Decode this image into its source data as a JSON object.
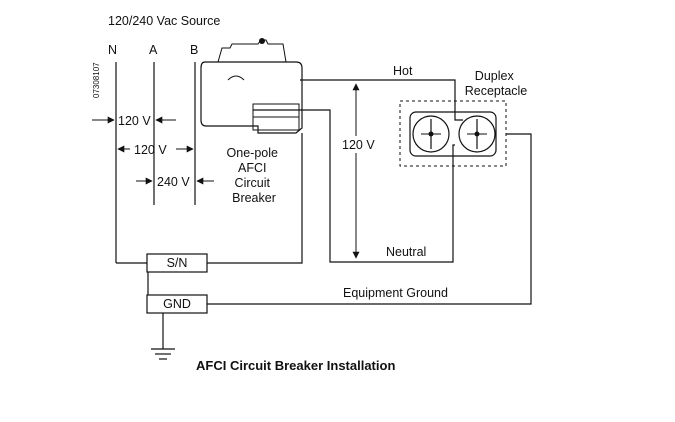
{
  "source_label": "120/240 Vac Source",
  "terminals": {
    "n": "N",
    "a": "A",
    "b": "B"
  },
  "side_code": "07308107",
  "voltages": {
    "n_to_a": "120 V",
    "a_to_b": "120 V",
    "n_to_b": "240 V",
    "hot_to_neutral": "120 V"
  },
  "breaker_label": [
    "One-pole",
    "AFCI",
    "Circuit",
    "Breaker"
  ],
  "receptacle_label": [
    "Duplex",
    "Receptacle"
  ],
  "wire_labels": {
    "hot": "Hot",
    "neutral": "Neutral",
    "ground": "Equipment Ground"
  },
  "boxes": {
    "sn": "S/N",
    "gnd": "GND"
  },
  "title": "AFCI Circuit Breaker Installation"
}
